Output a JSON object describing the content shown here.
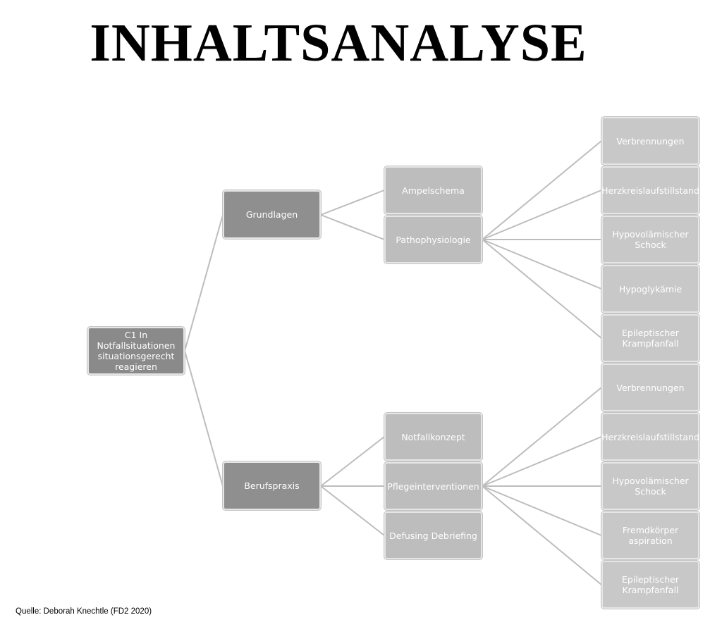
{
  "title": "INHALTSANALYSE",
  "source": "Quelle: Deborah Knechtle (FD2 2020)",
  "root": "C1 In Notfallsituationen situationsgerecht reagieren",
  "branches": [
    {
      "label": "Grundlagen",
      "children": [
        {
          "label": "Ampelschema"
        },
        {
          "label": "Pathophysiologie",
          "children": [
            "Verbrennungen",
            "Herzkreislaufstillstand",
            "Hypovolämischer Schock",
            "Hypoglykämie",
            "Epileptischer Krampfanfall"
          ]
        }
      ]
    },
    {
      "label": "Berufspraxis",
      "children": [
        {
          "label": "Notfallkonzept"
        },
        {
          "label": "Pflegeinterventionen",
          "children": [
            "Verbrennungen",
            "Herzkreislaufstillstand",
            "Hypovolämischer Schock",
            "Fremdkörper aspiration",
            "Epileptischer Krampfanfall"
          ]
        },
        {
          "label": "Defusing Debriefing"
        }
      ]
    }
  ],
  "colors": {
    "line": "#bdbdbd",
    "root": "#8a8a8a",
    "level1": "#8f8f8f",
    "level2": "#bdbdbd",
    "level3": "#c8c8c8"
  }
}
